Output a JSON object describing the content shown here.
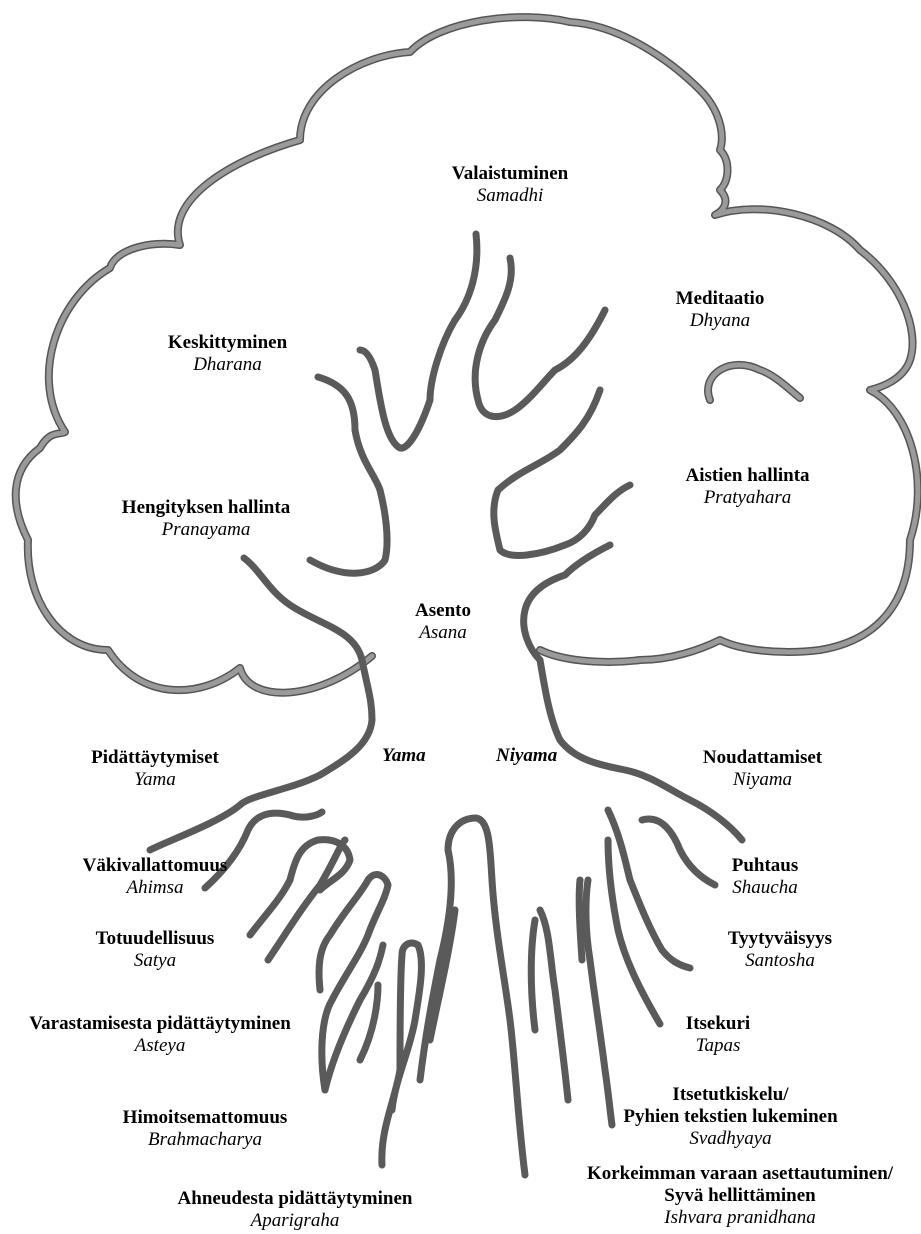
{
  "limbs": {
    "samadhi": {
      "fi": "Valaistuminen",
      "sk": "Samadhi"
    },
    "dhyana": {
      "fi": "Meditaatio",
      "sk": "Dhyana"
    },
    "dharana": {
      "fi": "Keskittyminen",
      "sk": "Dharana"
    },
    "pratyahara": {
      "fi": "Aistien hallinta",
      "sk": "Pratyahara"
    },
    "pranayama": {
      "fi": "Hengityksen hallinta",
      "sk": "Pranayama"
    },
    "asana": {
      "fi": "Asento",
      "sk": "Asana"
    }
  },
  "trunk_labels": {
    "left": "Yama",
    "right": "Niyama"
  },
  "yama": {
    "group": {
      "fi": "Pidättäytymiset",
      "sk": "Yama"
    },
    "items": [
      {
        "fi": "Väkivallattomuus",
        "sk": "Ahimsa"
      },
      {
        "fi": "Totuudellisuus",
        "sk": "Satya"
      },
      {
        "fi": "Varastamisesta pidättäytyminen",
        "sk": "Asteya"
      },
      {
        "fi": "Himoitsemattomuus",
        "sk": "Brahmacharya"
      },
      {
        "fi": "Ahneudesta pidättäytyminen",
        "sk": "Aparigraha"
      }
    ]
  },
  "niyama": {
    "group": {
      "fi": "Noudattamiset",
      "sk": "Niyama"
    },
    "items": [
      {
        "fi": "Puhtaus",
        "sk": "Shaucha"
      },
      {
        "fi": "Tyytyväisyys",
        "sk": "Santosha"
      },
      {
        "fi": "Itsekuri",
        "sk": "Tapas"
      },
      {
        "fi": [
          "Itsetutkiskelu/",
          "Pyhien tekstien lukeminen"
        ],
        "sk": "Svadhyaya"
      },
      {
        "fi": [
          "Korkeimman varaan asettautuminen/",
          "Syvä hellittäminen"
        ],
        "sk": "Ishvara pranidhana"
      }
    ]
  },
  "colors": {
    "crown_outline": "#9a9a9a",
    "crown_shadow": "#555555",
    "branches": "#5a5a5a"
  }
}
